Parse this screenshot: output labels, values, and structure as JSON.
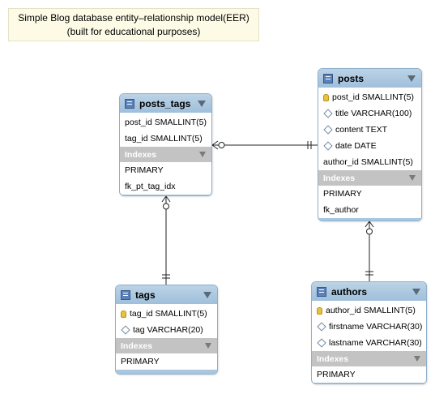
{
  "note": {
    "line1": "Simple Blog database entity–relationship model(EER)",
    "line2": "(built for educational purposes)"
  },
  "tables": {
    "posts_tags": {
      "title": "posts_tags",
      "columns": [
        "post_id SMALLINT(5)",
        "tag_id SMALLINT(5)"
      ],
      "indexes_label": "Indexes",
      "indexes": [
        "PRIMARY",
        "fk_pt_tag_idx"
      ]
    },
    "posts": {
      "title": "posts",
      "columns": [
        "post_id SMALLINT(5)",
        "title VARCHAR(100)",
        "content TEXT",
        "date DATE",
        "author_id SMALLINT(5)"
      ],
      "indexes_label": "Indexes",
      "indexes": [
        "PRIMARY",
        "fk_author"
      ]
    },
    "tags": {
      "title": "tags",
      "columns": [
        "tag_id SMALLINT(5)",
        "tag VARCHAR(20)"
      ],
      "indexes_label": "Indexes",
      "indexes": [
        "PRIMARY"
      ]
    },
    "authors": {
      "title": "authors",
      "columns": [
        "author_id SMALLINT(5)",
        "firstname VARCHAR(30)",
        "lastname VARCHAR(30)"
      ],
      "indexes_label": "Indexes",
      "indexes": [
        "PRIMARY"
      ]
    }
  },
  "colors": {
    "header": "#9fbfdb",
    "indexes_header": "#c3c3c3",
    "note_bg": "#fdfbe6",
    "relation_line": "#222222"
  },
  "icons": {
    "table": "table-icon",
    "primary_key": "key-icon",
    "column": "diamond-icon",
    "collapse": "collapse-triangle-icon"
  }
}
